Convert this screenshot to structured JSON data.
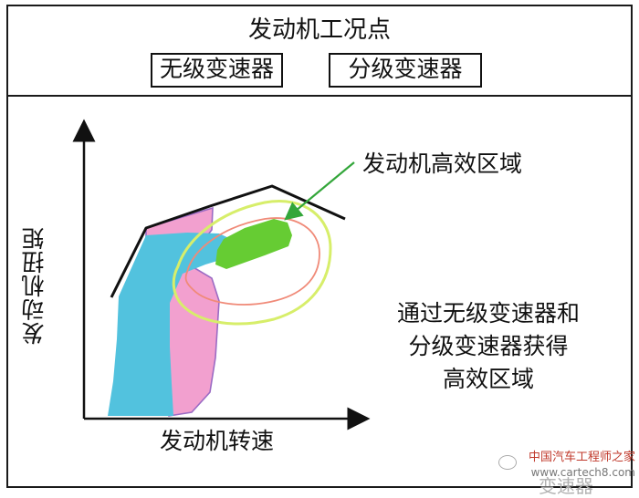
{
  "header": {
    "title": "发动机工况点",
    "left_box": "无级变速器",
    "right_box": "分级变速器"
  },
  "diagram": {
    "efficient_zone_label": "发动机高效区域",
    "x_axis_label": "发动机转速",
    "y_axis_label": "发动机扭矩",
    "note_lines": [
      "通过无级变速器和",
      "分级变速器获得",
      "高效区域"
    ],
    "colors": {
      "outer_limit_line": "#111111",
      "efficiency_contour_outer": "#d7ee6a",
      "efficiency_contour_inner": "#f08a78",
      "efficient_core": "#66cc33",
      "pointer_arrow": "#33a63a",
      "cvt_region": "#52c2de",
      "stepped_region": "#f2a0cf",
      "stepped_region_edge": "#9b6bc4"
    }
  },
  "watermark": {
    "line1": "中国汽车工程师之家",
    "line2": "www.cartech8.com",
    "under_text": "变速器"
  }
}
